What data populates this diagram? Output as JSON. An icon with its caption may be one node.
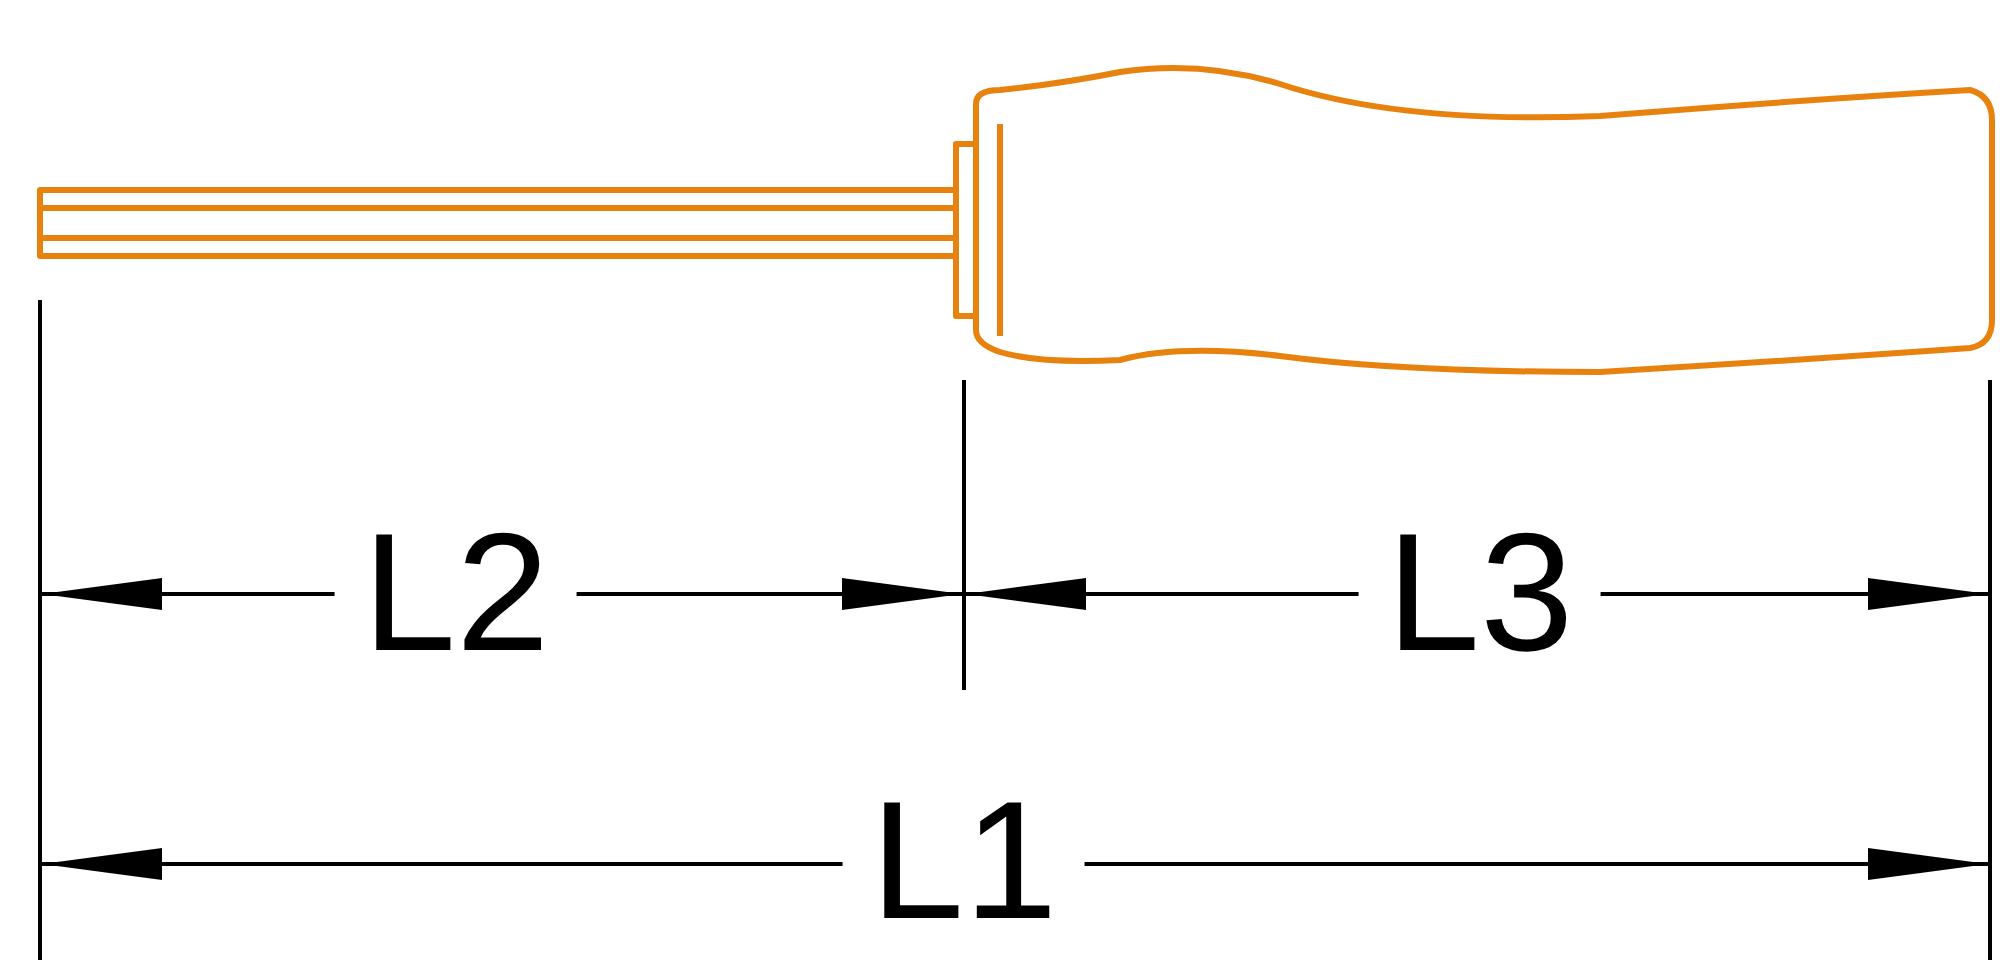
{
  "diagram": {
    "labels": [
      "L2",
      "L3",
      "L1"
    ]
  }
}
